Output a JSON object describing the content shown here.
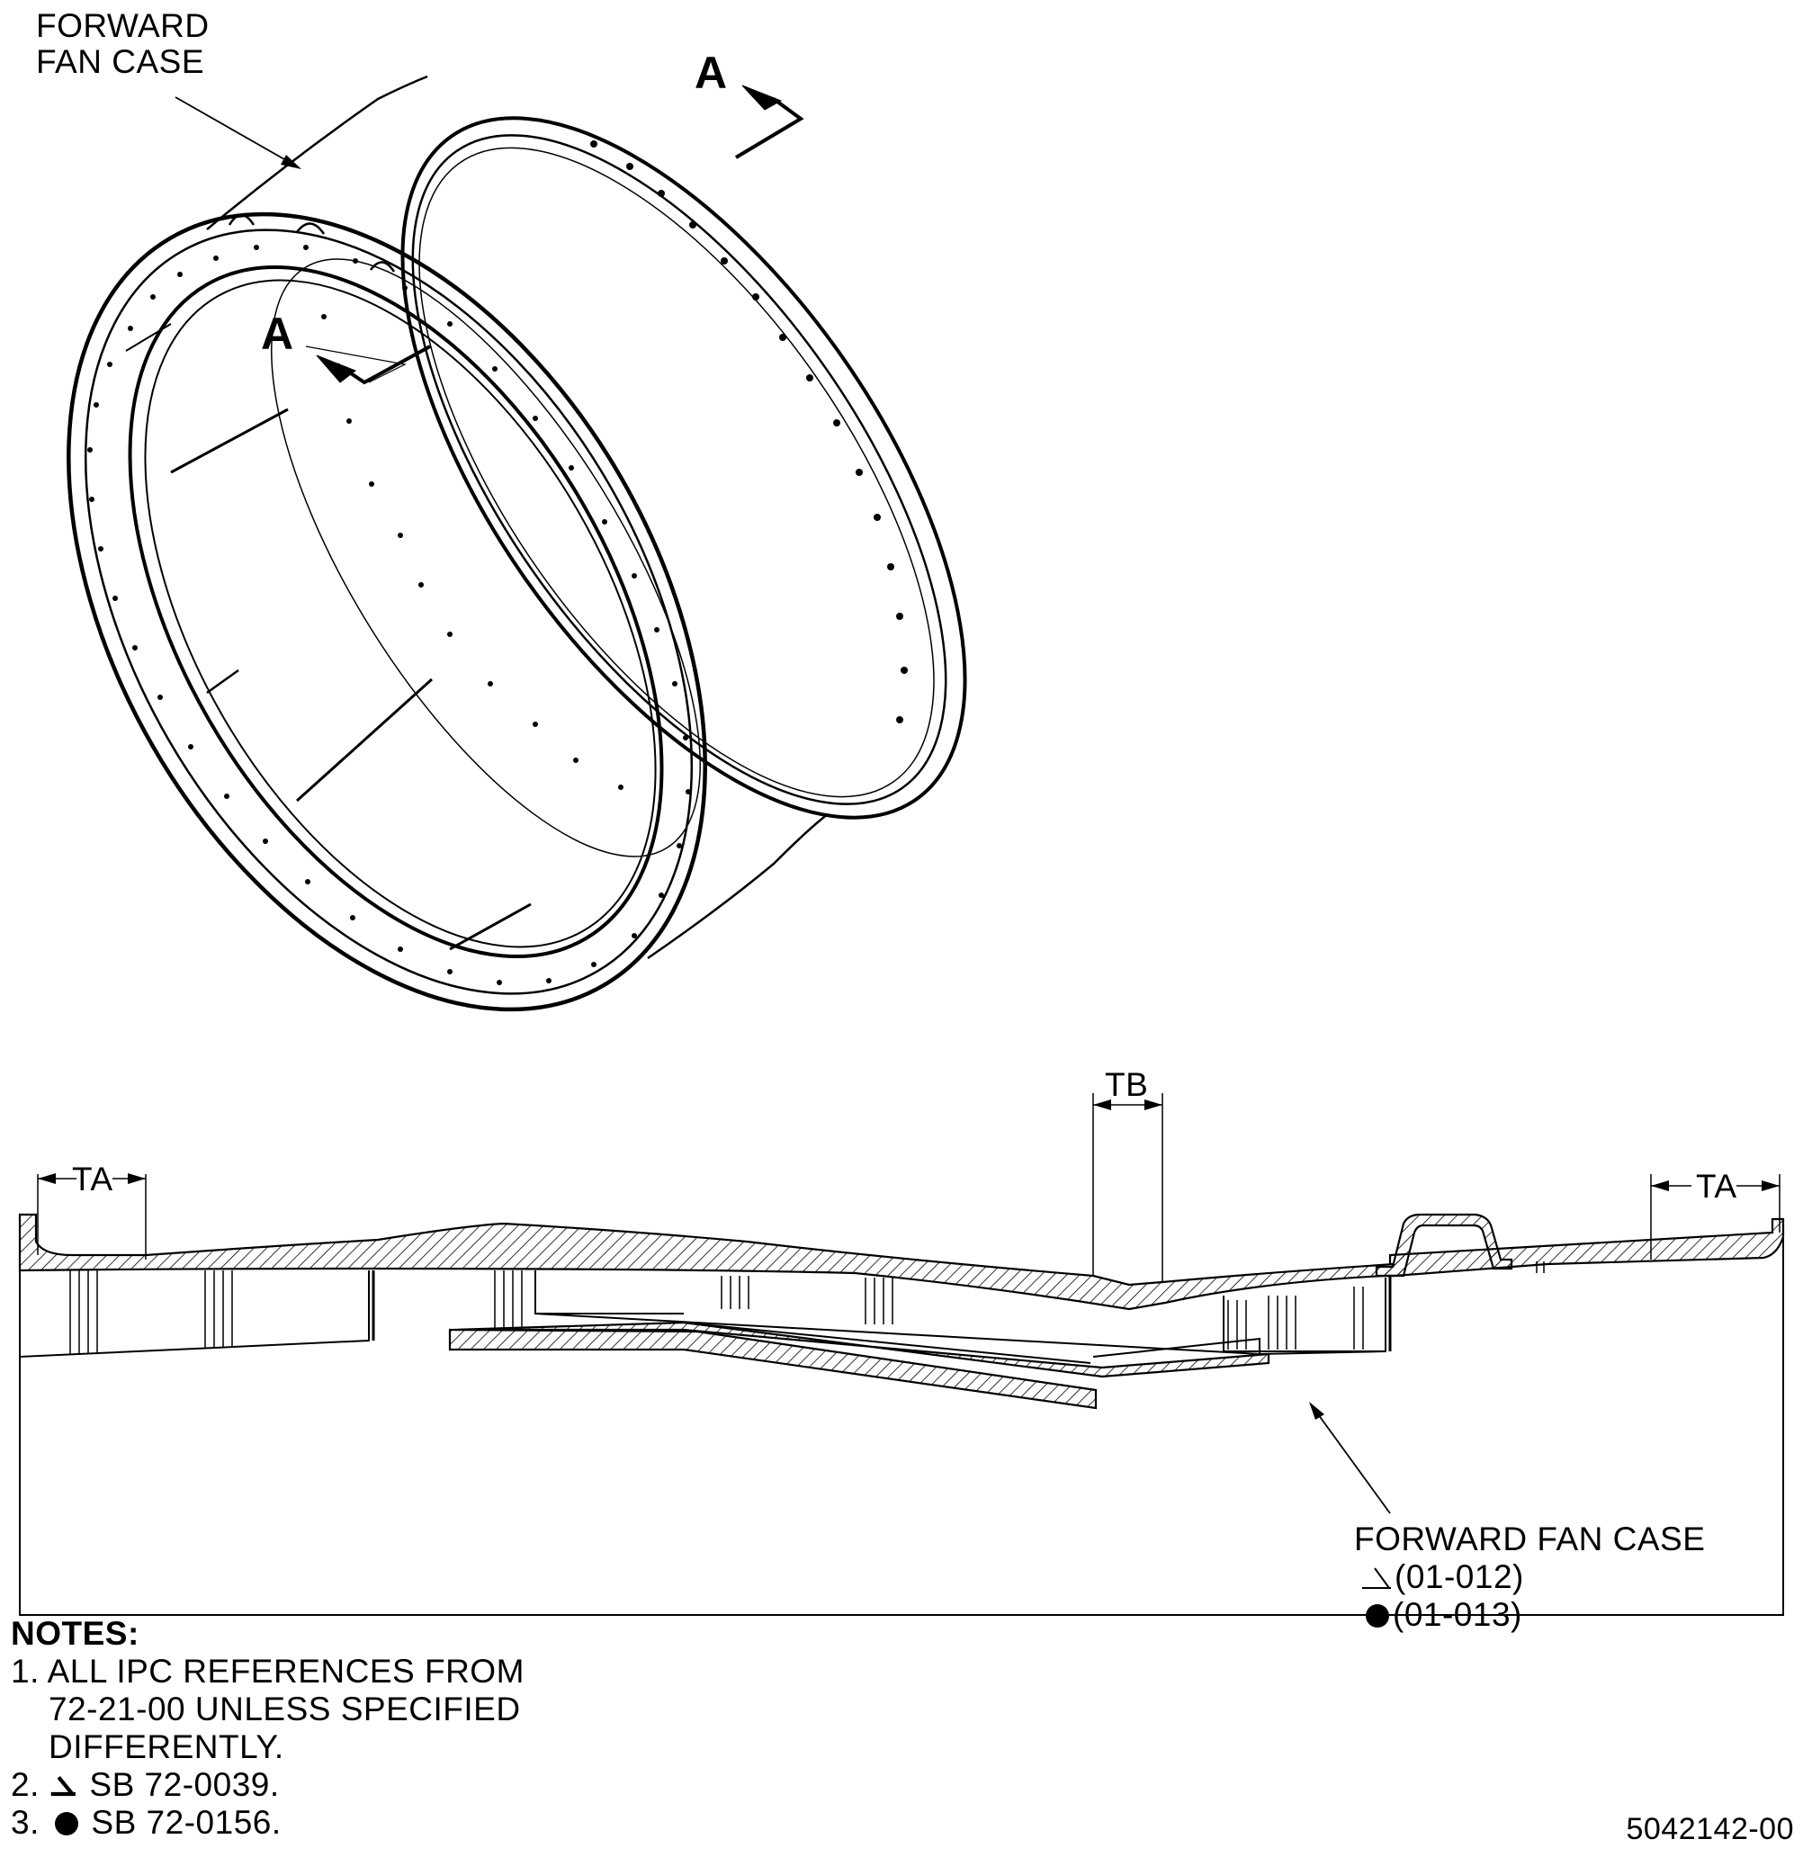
{
  "labels": {
    "top_callout_line1": "FORWARD",
    "top_callout_line2": "FAN CASE",
    "section_marker_top": "A",
    "section_marker_mid": "A",
    "dim_ta_left": "TA",
    "dim_ta_right": "TA",
    "dim_tb": "TB",
    "bottom_callout_title": "FORWARD FAN CASE",
    "bottom_ref_1": "(01-012)",
    "bottom_ref_2": "(01-013)"
  },
  "notes": {
    "title": "NOTES:",
    "items": [
      {
        "num": "1.",
        "lines": [
          "ALL IPC REFERENCES FROM",
          "72-21-00 UNLESS SPECIFIED",
          "DIFFERENTLY."
        ]
      },
      {
        "num": "2.",
        "symbol": "angle-icon",
        "text": "SB 72-0039."
      },
      {
        "num": "3.",
        "symbol": "filled-dot-icon",
        "text": "SB 72-0156."
      }
    ]
  },
  "figure_id": "5042142-00",
  "colors": {
    "ink": "#000000",
    "paper": "#ffffff"
  }
}
